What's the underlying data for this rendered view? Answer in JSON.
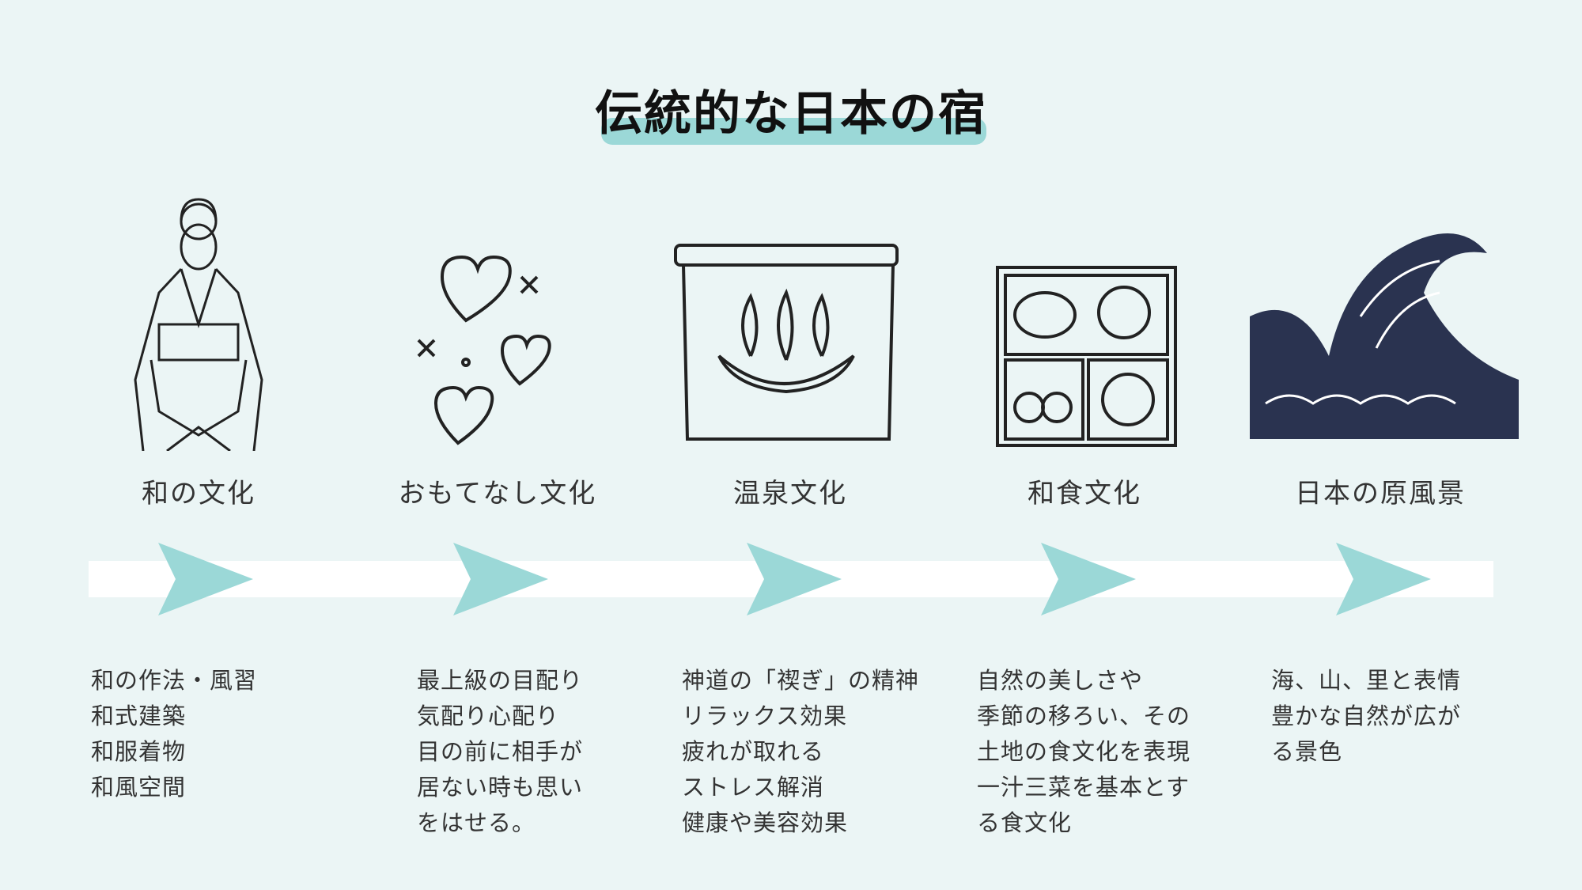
{
  "title": "伝統的な日本の宿",
  "accent": "#9bd8d7",
  "sections": [
    {
      "label": "和の文化",
      "icon": "kimono-woman-icon",
      "lines": [
        "和の作法・風習",
        "和式建築",
        "和服着物",
        "和風空間"
      ]
    },
    {
      "label": "おもてなし文化",
      "icon": "hearts-icon",
      "lines": [
        "最上級の目配り",
        "気配り心配り",
        "目の前に相手が",
        "居ない時も思い",
        "をはせる。"
      ]
    },
    {
      "label": "温泉文化",
      "icon": "onsen-noren-icon",
      "lines": [
        "神道の「禊ぎ」の精神",
        "リラックス効果",
        "疲れが取れる",
        "ストレス解消",
        "健康や美容効果"
      ]
    },
    {
      "label": "和食文化",
      "icon": "bento-box-icon",
      "lines": [
        "自然の美しさや",
        "季節の移ろい、その",
        "土地の食文化を表現",
        "一汁三菜を基本とす",
        "る食文化"
      ]
    },
    {
      "label": "日本の原風景",
      "icon": "great-wave-icon",
      "lines": [
        "海、山、里と表情",
        "豊かな自然が広が",
        "る景色"
      ]
    }
  ]
}
